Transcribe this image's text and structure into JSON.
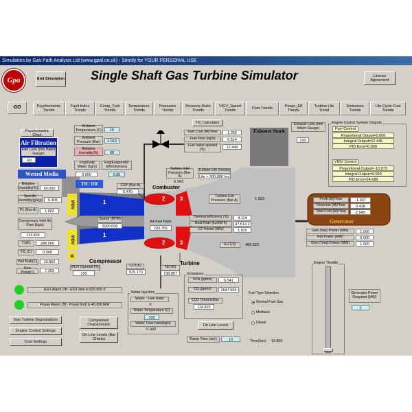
{
  "window_title": "Simulators by Gas Path Analysis Ltd (www.gpal.co.uk) - Strictly for YOUR PERSONAL USE",
  "logo_text": "Gpa",
  "end_sim_label": "End Simulation",
  "app_title": "Single Shaft Gas Turbine Simulator",
  "license_label": "License Agreement",
  "go_label": "GO",
  "tabs": [
    "Psychrometric Trends",
    "Fault Index Trends",
    "Comp_Turb Trends",
    "Temperature Trends",
    "Pressures Trends",
    "Pressure Ratio Trends",
    "VIGV_Speed Trends",
    "Flow Trends",
    "Power_Eff Trends",
    "Turbine Life Trend",
    "Emissions Trends",
    "Life Cycle Cost Trends"
  ],
  "psychro": {
    "chart_btn": "Psychrometric Chart",
    "ambient_temp_label": "Ambient Temperature (C)",
    "ambient_temp": "15",
    "ambient_press_label": "Ambient Pressure (Bar)",
    "ambient_press": "1.013",
    "rel_hum_label": "Relative Humidity(%)",
    "rel_hum": "60",
    "fog_label": "Fog/Evap Water (kg/s)",
    "fog": "0.000",
    "fog_eff_label": "Fog/Evaporator Effectiveness",
    "fog_eff": "0.85"
  },
  "air_filtration": "Air Filtration",
  "inlet_loss_label": "Inlet Loss (mm Water Gauge)",
  "inlet_loss": "100",
  "wetted_media": "Wetted Media",
  "tic_off": "TIC Off",
  "rel_hum2_label": "Relative Humidity(%)",
  "rel_hum2": "60.000",
  "spec_hum_label": "Specific Humidity(g/kg)",
  "spec_hum": "6.405",
  "p1_label": "P1 (Bar-A)",
  "p1": "1.003",
  "comp_inlet_flow_label": "Compressor Inlet Air Flow (kg/s)",
  "comp_inlet_flow": "113.893",
  "t1_label": "T1(K)",
  "t1": "288.000",
  "tic_label": "TIC (C)",
  "tic": "0.000",
  "wet_bulb_label": "Wet Bulb(C)",
  "wet_bulb": "10.862",
  "dew_point_label": "Dew Point(C)",
  "dew_point": "7.303",
  "vigv_label": "VIGV",
  "stage_one": "1",
  "compressor_label": "Compressor",
  "vigv_opened_label": "VIGV Opened (%)",
  "vigv_opened": "100",
  "cdt_label": "CDT(K)",
  "cdt": "525.173",
  "cdp_label": "CDP (Bar-A)",
  "cdp": "6.470",
  "speed_label": "Speed (RPM)",
  "speed": "3000.000",
  "afr_label": "Air-Fuel Ratio",
  "afr": "203.755",
  "combustor_label": "Combustor",
  "turbine_label": "Turbine",
  "stage_two": "2",
  "stage_three": "3",
  "tet_label": "TET(K)",
  "tet": "738.857",
  "tic_calc": "TIC Calculator",
  "fuel_cost_label": "Fuel Cost (M)/Year",
  "fuel_cost": "1.252",
  "fuel_flow_label": "Fuel Flow (kg/s)",
  "fuel_flow": "0.514",
  "fuel_valve_label": "Fuel Valve opened (%)",
  "fuel_valve": "12.446",
  "tip_label": "Turbine Inlet Pressure (Bar-A)",
  "tip": "6.343",
  "tlife_label": "Turbine Life (Hours)",
  "tlife": "Life > 300,000 hrs",
  "tep_label": "Turbine Exit Pressure (Bar-A)",
  "tep": "1.023",
  "exhaust_stack": "Exhaust Stack",
  "exh_loss_label": "Exhaust Loss (mm Water Gauge)",
  "exh_loss": "100",
  "th_eff_label": "Thermal Efficiency (%)",
  "th_eff": "4.114",
  "heat_rate_label": "Heat Rate (kJ/kW h)",
  "heat_rate": "87,513.2",
  "gt_power_label": "GT Power (MW)",
  "gt_power": "1.020",
  "egt_label": "EGT(K)",
  "egt": "489.523",
  "ecs": {
    "title": "Engine Control System Outputs",
    "fuel_control": "Fuel Control",
    "fc_prop": "Proportional Output=0.000",
    "fc_int": "Integral Output=12.446",
    "fc_pid": "PID Error=0.000",
    "vigv_control": "VIGV Control",
    "vc_prop": "Proportional Output=-10.973",
    "vc_int": "Integral Output=0.000",
    "vc_pid": "PID Error=24.689"
  },
  "profit_label": "Profit (M)/Year",
  "profit": "-1.607",
  "revenue_label": "Revenue (M)/Year",
  "revenue": "0.438",
  "total_cost_label": "Total Cost (M)/Year",
  "total_cost": "2.045",
  "generator_label": "Generator",
  "gen_net_label": "Gen (Net) Power (MW)",
  "gen_net": "1.000",
  "ref_power_label": "Ref Power (MW)",
  "ref_power": "0.000",
  "gen_total_label": "Gen (Total) Power (MW)",
  "gen_total": "1.000",
  "throttle_title": "Engine Throttle",
  "gen_power_req_label": "Generator Power Required (MW)",
  "gen_power_req": "1",
  "egt_alarm": "EGT Alarm Off - EGT limit is 825.000 K",
  "power_alarm": "Power Alarm Off - Power limit is 45.000 MW",
  "water_inj": {
    "title": "Water Injection",
    "ratio_label": "Water - Fuel Ratio",
    "ratio": "0",
    "temp_label": "Water Temperature (C)",
    "temp": "150",
    "flow_label": "Water Flow Rate(kg/s)",
    "flow": "0.000"
  },
  "emissions": {
    "title": "Emissions",
    "nox_label": "NOx (ppmv)",
    "nox": "6.541",
    "co_label": "CO (ppmv)",
    "co": "2647.969",
    "co2_label": "CO2 Tonnes/Day",
    "co2": "118.822"
  },
  "online_levels": "On Line Levels",
  "online_levels_bar": "On Line Levels (Bar Charts)",
  "fuel_type": {
    "title": "Fuel Type Selection",
    "opt1": "Normal Fuel Gas",
    "opt2": "Methane",
    "opt3": "Diesel"
  },
  "buttons": {
    "degradations": "Gas Turbine Degradations",
    "comp_char": "Compressor Characteristic",
    "engine_ctrl": "Engine Control Settings",
    "cost": "Cost Settings"
  },
  "ramp_label": "Ramp Time (sec)",
  "ramp": "10",
  "time_label": "Time(Sec)",
  "time": "10.800",
  "colors": {
    "accent_blue": "#0c1fa8",
    "red_stage": "#e01010",
    "alarm_green": "#20d020",
    "generator": "#8b4513"
  }
}
